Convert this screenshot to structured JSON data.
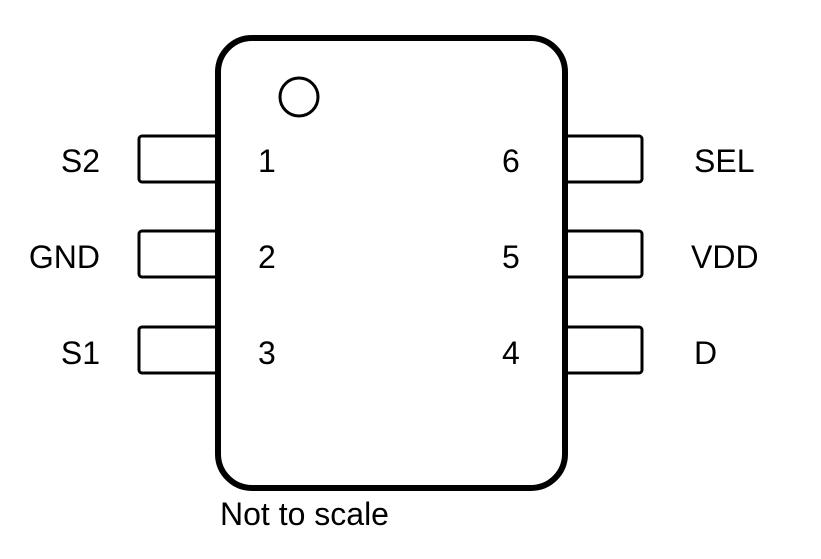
{
  "package": {
    "left_pins": [
      {
        "number": "1",
        "name": "S2"
      },
      {
        "number": "2",
        "name": "GND"
      },
      {
        "number": "3",
        "name": "S1"
      }
    ],
    "right_pins": [
      {
        "number": "6",
        "name": "SEL"
      },
      {
        "number": "5",
        "name": "VDD"
      },
      {
        "number": "4",
        "name": "D"
      }
    ],
    "pin1_marker": "circle-marker"
  },
  "caption": "Not to scale"
}
